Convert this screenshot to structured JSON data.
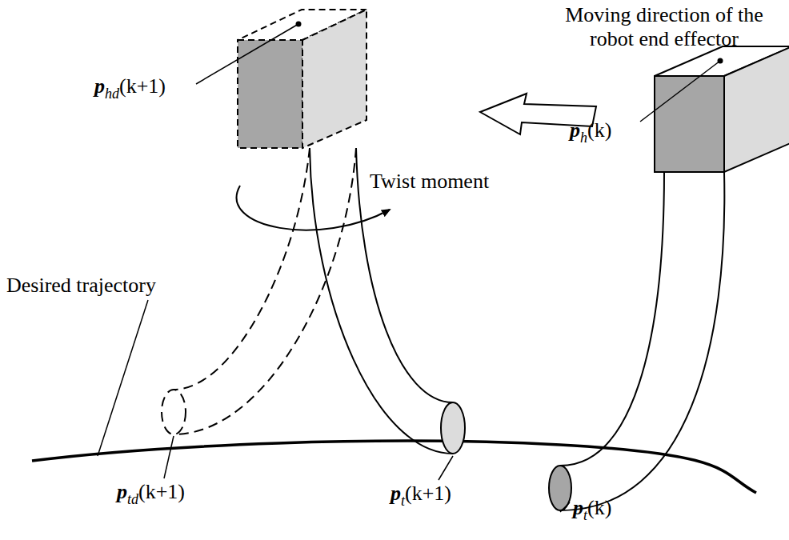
{
  "diagram": {
    "labels": [
      "Moving direction of the robot end effector",
      "Twist moment",
      "Desired trajectory",
      "p",
      "hd",
      "(k+1)",
      "p",
      "h",
      "(k)",
      "p",
      "td",
      "(k+1)",
      "p",
      "t",
      "(k+1)",
      "p",
      "t",
      "(k)"
    ]
  }
}
